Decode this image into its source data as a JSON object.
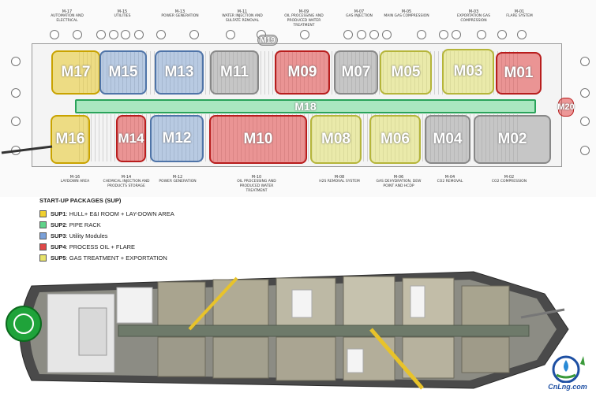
{
  "plan": {
    "top_tags": [
      {
        "code": "M-17",
        "desc": "AUTOMATION AND ELECTRICAL"
      },
      {
        "code": "M-15",
        "desc": "UTILITIES"
      },
      {
        "code": "M-13",
        "desc": "POWER GENERATION"
      },
      {
        "code": "M-11",
        "desc": "WATER INJECTION AND SULFATE REMOVAL"
      },
      {
        "code": "M-09",
        "desc": "OIL PROCESSING AND PRODUCED WATER TREATMENT"
      },
      {
        "code": "M-07",
        "desc": "GAS INJECTION"
      },
      {
        "code": "M-05",
        "desc": "MAIN GAS COMPRESSION"
      },
      {
        "code": "M-03",
        "desc": "EXPORTATION GAS COMPRESSION"
      },
      {
        "code": "M-01",
        "desc": "FLARE SYSTEM"
      }
    ],
    "bottom_tags": [
      {
        "code": "M-16",
        "desc": "LAYDOWN AREA"
      },
      {
        "code": "M-14",
        "desc": "CHEMICAL INJECTION AND PRODUCTS STORAGE"
      },
      {
        "code": "M-12",
        "desc": "POWER GENERATION"
      },
      {
        "code": "M-10",
        "desc": "OIL PROCESSING AND PRODUCED WATER TREATMENT"
      },
      {
        "code": "M-08",
        "desc": "H2S REMOVAL SYSTEM"
      },
      {
        "code": "M-06",
        "desc": "GAS DEHYDRATION, DEW POINT AND HCDP"
      },
      {
        "code": "M-04",
        "desc": "CO2 REMOVAL"
      },
      {
        "code": "M-02",
        "desc": "CO2 COMPRESSION"
      }
    ],
    "modules": {
      "m17": "M17",
      "m15": "M15",
      "m13": "M13",
      "m11": "M11",
      "m09": "M09",
      "m07": "M07",
      "m05": "M05",
      "m03": "M03",
      "m01": "M01",
      "m20": "M20",
      "m18": "M18",
      "m19": "M19",
      "m16": "M16",
      "m14": "M14",
      "m12": "M12",
      "m10": "M10",
      "m08": "M08",
      "m06": "M06",
      "m04": "M04",
      "m02": "M02"
    }
  },
  "legend": {
    "title": "START-UP PACKAGES (SUP)",
    "items": [
      {
        "code": "SUP1",
        "text": ": HULL+ E&I ROOM + LAY-DOWN AREA",
        "color": "#f0d030"
      },
      {
        "code": "SUP2",
        "text": ": PIPE RACK",
        "color": "#5fd38a"
      },
      {
        "code": "SUP3",
        "text": ": Utility Modules",
        "color": "#7aa0d8"
      },
      {
        "code": "SUP4",
        "text": ": PROCESS OIL + FLARE",
        "color": "#e04848"
      },
      {
        "code": "SUP5",
        "text": ": GAS TREATMENT + EXPORTATION",
        "color": "#e6e26a"
      }
    ]
  },
  "logo": {
    "text": "CnLng.com"
  }
}
